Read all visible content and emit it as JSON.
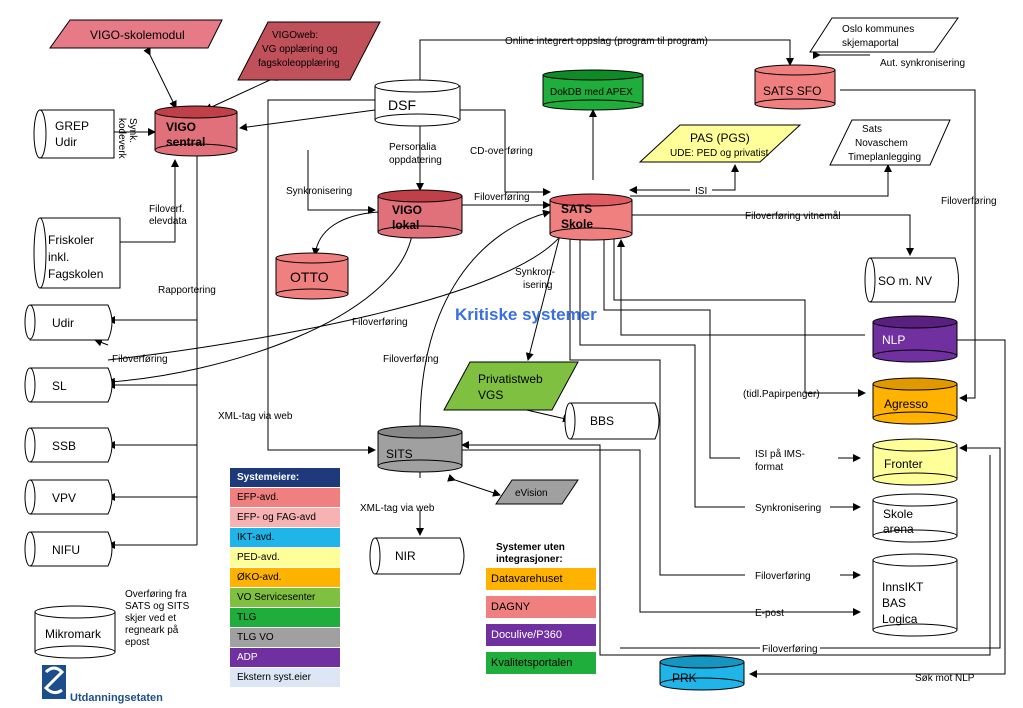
{
  "nodes": {
    "vigo_skolemodul": "VIGO-skolemodul",
    "vigoweb_1": "VIGOweb:",
    "vigoweb_2": "VG opplæring og",
    "vigoweb_3": "fagskoleopplæring",
    "grep_1": "GREP",
    "grep_2": "Udir",
    "vigo_sentral_1": "VIGO",
    "vigo_sentral_2": "sentral",
    "friskoler_1": "Friskoler",
    "friskoler_2": "inkl.",
    "friskoler_3": "Fagskolen",
    "dsf": "DSF",
    "vigo_lokal_1": "VIGO",
    "vigo_lokal_2": "lokal",
    "otto": "OTTO",
    "dokdb": "DokDB med APEX",
    "sats_sfo": "SATS SFO",
    "oslo_1": "Oslo kommunes",
    "oslo_2": "skjemaportal",
    "pas_1": "PAS (PGS)",
    "pas_2": "UDE: PED og privatist",
    "sats_nov_1": "Sats",
    "sats_nov_2": "Novaschem",
    "sats_nov_3": "Timeplanlegging",
    "sats_skole_1": "SATS",
    "sats_skole_2": "Skole",
    "so_nv": "SO m. NV",
    "nlp": "NLP",
    "agresso": "Agresso",
    "fronter": "Fronter",
    "skolearena_1": "Skole",
    "skolearena_2": "arena",
    "innsikt_1": "InnsIKT",
    "innsikt_2": "BAS",
    "innsikt_3": "Logica",
    "prk": "PRK",
    "privatistweb_1": "Privatistweb",
    "privatistweb_2": "VGS",
    "bbs": "BBS",
    "sits": "SITS",
    "evision": "eVision",
    "nir": "NIR",
    "udir": "Udir",
    "sl": "SL",
    "ssb": "SSB",
    "vpv": "VPV",
    "nifu": "NIFU",
    "mikromark": "Mikromark"
  },
  "labels": {
    "online": "Online integrert oppslag (program til program)",
    "aut_sync": "Aut. synkronisering",
    "synk_kodeverk_1": "Synk.",
    "synk_kodeverk_2": "kodeverk",
    "personalia_1": "Personalia",
    "personalia_2": "oppdatering",
    "cd_overforing": "CD-overføring",
    "isi": "ISI",
    "synkronisering_1": "Synkronisering",
    "filoverf_1": "Filoverf.",
    "filoverf_2": "elevdata",
    "filoverforing_lokal": "Filoverføring",
    "filoverforing_vitnemal": "Filoverføring vitnemål",
    "filoverforing_sfo": "Filoverføring",
    "rapportering": "Rapportering",
    "synkronisering_2_1": "Synkron-",
    "synkronisering_2_2": "isering",
    "kritiske": "Kritiske systemer",
    "filoverforing_otto": "Filoverføring",
    "filoverforing_udir": "Filoverføring",
    "filoverforing_sits": "Filoverføring",
    "papirpenger": "(tidl.Papirpenger)",
    "xml_web_1": "XML-tag via web",
    "isi_ims_1": "ISI på IMS-",
    "isi_ims_2": "format",
    "xml_web_2": "XML-tag via web",
    "synkronisering_3": "Synkronisering",
    "filoverforing_innsikt": "Filoverføring",
    "epost": "E-post",
    "filoverforing_prk": "Filoverføring",
    "sok_nlp": "Søk mot NLP",
    "overforing_1": "Overføring fra",
    "overforing_2": "SATS og SITS",
    "overforing_3": "skjer ved et",
    "overforing_4": "regneark på",
    "overforing_5": "epost"
  },
  "legend": {
    "title": "Systemeiere:",
    "items": [
      {
        "label": "EFP-avd.",
        "color": "#f08080"
      },
      {
        "label": "EFP- og FAG-avd",
        "color": "#f7b3b3"
      },
      {
        "label": "IKT-avd.",
        "color": "#1fb5e8"
      },
      {
        "label": "PED-avd.",
        "color": "#ffff99"
      },
      {
        "label": "ØKO-avd.",
        "color": "#ffb300"
      },
      {
        "label": "VO Servicesenter",
        "color": "#80c040"
      },
      {
        "label": "TLG",
        "color": "#1fae3c"
      },
      {
        "label": "TLG VO",
        "color": "#a0a0a0"
      },
      {
        "label": "ADP",
        "color": "#7030a0"
      },
      {
        "label": "Ekstern syst.eier",
        "color": "#dce6f5"
      }
    ]
  },
  "legend2": {
    "title_1": "Systemer uten",
    "title_2": "integrasjoner:",
    "items": [
      {
        "label": "Datavarehuset",
        "color": "#ffb300"
      },
      {
        "label": "DAGNY",
        "color": "#f08080"
      },
      {
        "label": "Doculive/P360",
        "color": "#7030a0"
      },
      {
        "label": "Kvalitetsportalen",
        "color": "#1fae3c"
      }
    ]
  },
  "logo": {
    "text": "Utdanningsetaten"
  }
}
